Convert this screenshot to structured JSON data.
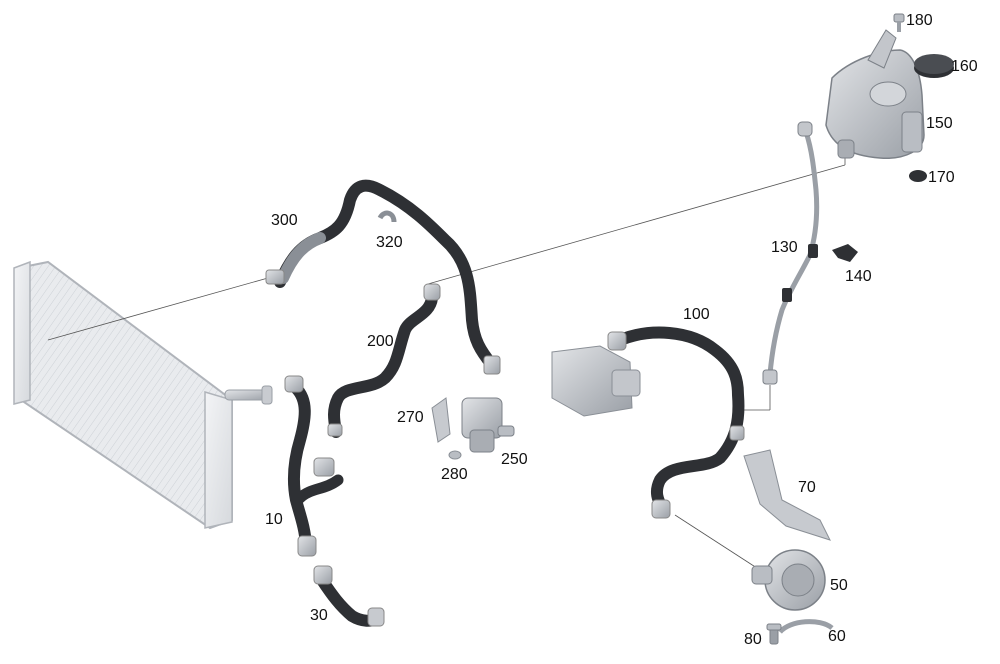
{
  "callouts": {
    "c10": "10",
    "c30": "30",
    "c50": "50",
    "c60": "60",
    "c70": "70",
    "c80": "80",
    "c100": "100",
    "c130": "130",
    "c140": "140",
    "c150": "150",
    "c160": "160",
    "c170": "170",
    "c180": "180",
    "c200": "200",
    "c250": "250",
    "c270": "270",
    "c280": "280",
    "c300": "300",
    "c320": "320"
  },
  "colors": {
    "hose": "#2e3034",
    "hose_highlight": "#5a5e64",
    "metal": "#b9bdc3",
    "metal_dark": "#8a8f96",
    "radiator": "#e6e8eb",
    "radiator_edge": "#b0b4ba",
    "leader": "#555555"
  }
}
